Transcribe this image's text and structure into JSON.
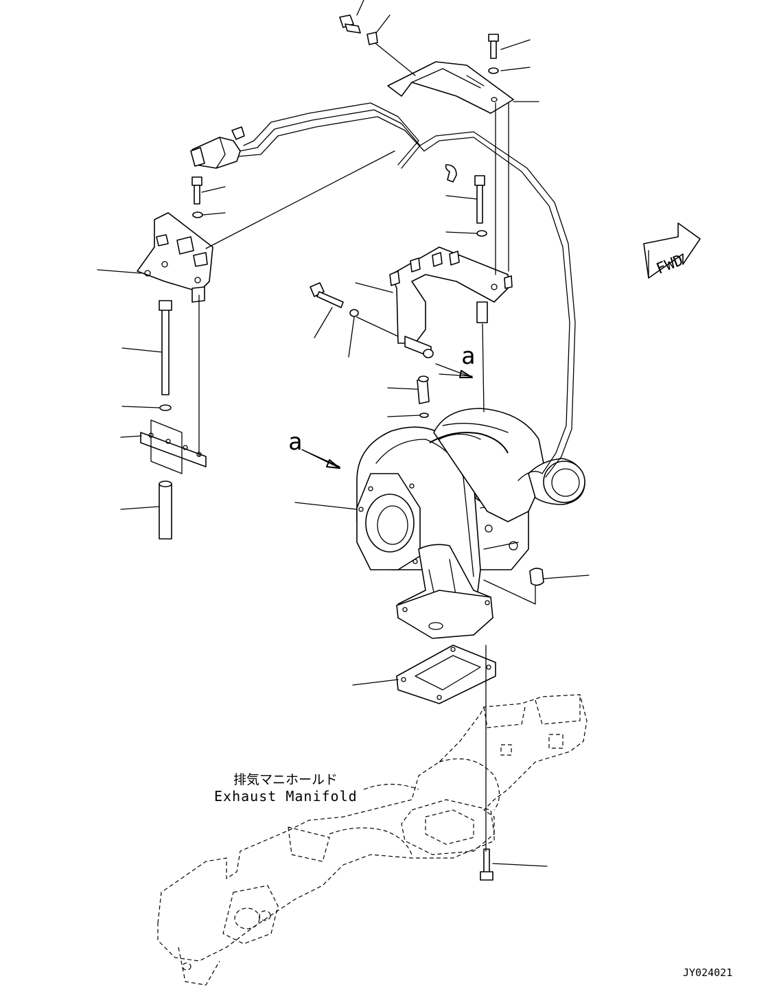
{
  "diagram": {
    "manifold_label_jp": "排気マニホールド",
    "manifold_label_en": "Exhaust Manifold",
    "view_marker_left": "a",
    "view_marker_right": "a",
    "direction_label": "FWD",
    "drawing_code": "JY024021"
  }
}
